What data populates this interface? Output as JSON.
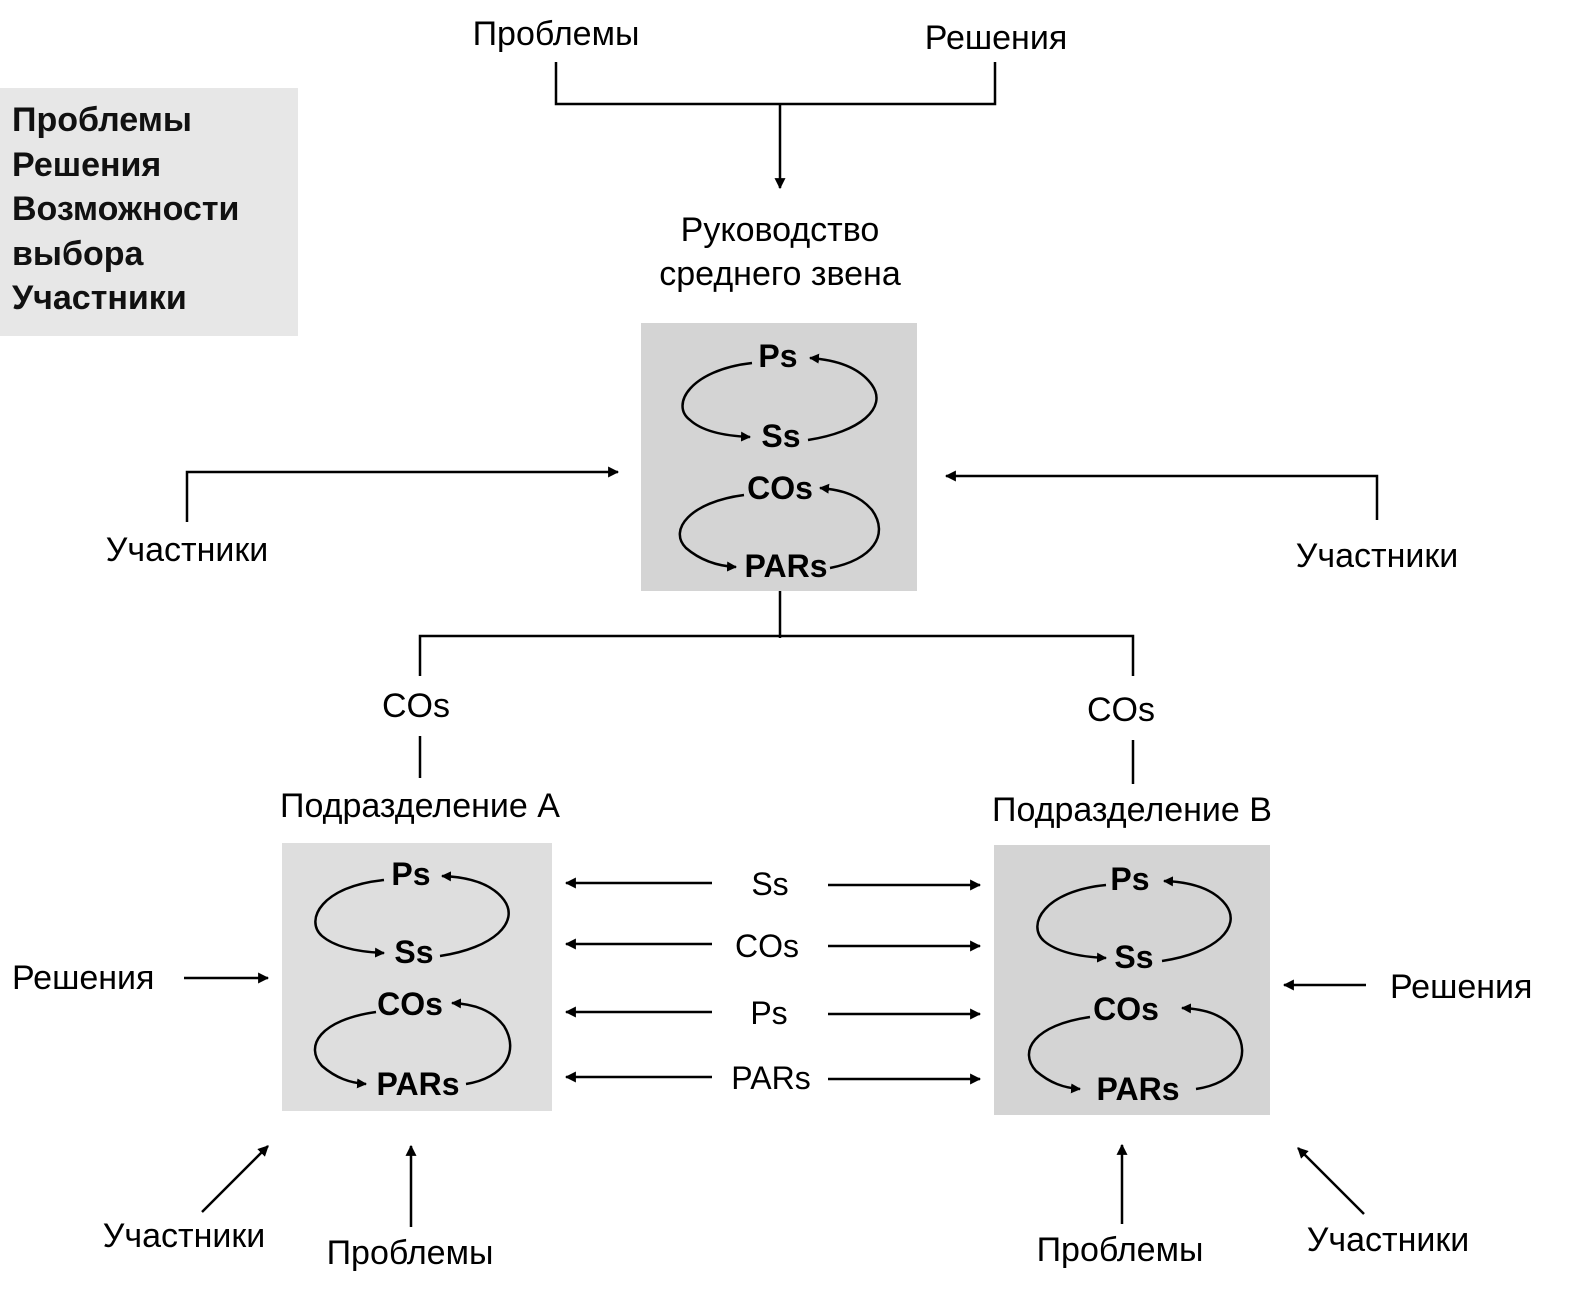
{
  "legend": [
    "Проблемы",
    "Решения",
    "Возможности",
    "выбора",
    "Участники"
  ],
  "top": {
    "problems": "Проблемы",
    "solutions": "Решения",
    "title_line1": "Руководство",
    "title_line2": "среднего звена"
  },
  "cycle": {
    "ps": "Ps",
    "ss": "Ss",
    "cos": "COs",
    "pars": "PARs"
  },
  "participants": "Участники",
  "branch": {
    "left_cos": "COs",
    "right_cos": "COs"
  },
  "division_a": "Подразделение А",
  "division_b": "Подразделение В",
  "exchange": [
    "Ss",
    "COs",
    "Ps",
    "PARs"
  ],
  "bottom": {
    "left_solutions": "Решения",
    "right_solutions": "Решения",
    "left_participants": "Участники",
    "right_participants": "Участники",
    "left_problems": "Проблемы",
    "right_problems": "Проблемы"
  }
}
